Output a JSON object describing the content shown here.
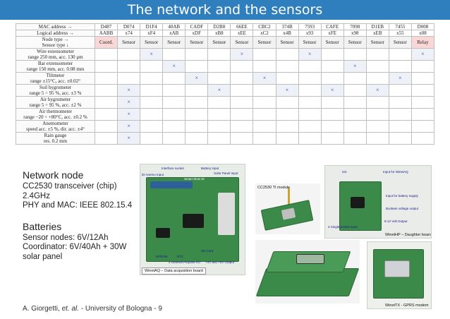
{
  "title": "The network and the sensors",
  "table": {
    "mac_label": "MAC address →",
    "logical_label": "Logical address →",
    "nodetype_label": "Node type →",
    "sensortype_label": "Sensor type ↓",
    "columns": [
      {
        "mac": "D487",
        "logical": "AABB",
        "type": "Coord."
      },
      {
        "mac": "D074",
        "logical": "x74",
        "type": "Sensor"
      },
      {
        "mac": "D1F4",
        "logical": "xF4",
        "type": "Sensor"
      },
      {
        "mac": "40AB",
        "logical": "xAB",
        "type": "Sensor"
      },
      {
        "mac": "CADF",
        "logical": "xDF",
        "type": "Sensor"
      },
      {
        "mac": "D2B8",
        "logical": "xB8",
        "type": "Sensor"
      },
      {
        "mac": "66EE",
        "logical": "xEE",
        "type": "Sensor"
      },
      {
        "mac": "CBC2",
        "logical": "xC2",
        "type": "Sensor"
      },
      {
        "mac": "374B",
        "logical": "x4B",
        "type": "Sensor"
      },
      {
        "mac": "7593",
        "logical": "x93",
        "type": "Sensor"
      },
      {
        "mac": "CAFE",
        "logical": "xFE",
        "type": "Sensor"
      },
      {
        "mac": "7098",
        "logical": "x98",
        "type": "Sensor"
      },
      {
        "mac": "D1EB",
        "logical": "xEB",
        "type": "Sensor"
      },
      {
        "mac": "7455",
        "logical": "x55",
        "type": "Sensor"
      },
      {
        "mac": "D008",
        "logical": "x08",
        "type": "Relay"
      }
    ],
    "mark": "×",
    "sensors": [
      {
        "line1": "Wire extensometer",
        "line2": "range 250 mm, acc. 130 μm",
        "marks": [
          2,
          6,
          9,
          14
        ]
      },
      {
        "line1": "Bar extensometer",
        "line2": "range 150 mm, acc. 0.08 mm",
        "marks": [
          3,
          11
        ]
      },
      {
        "line1": "Tiltmeter",
        "line2": "range ±15°C, acc. ±0.02°",
        "marks": [
          4,
          7,
          13
        ]
      },
      {
        "line1": "Soil hygrometer",
        "line2": "range 5 ÷ 95 %, acc. ±3 %",
        "marks": [
          1,
          5,
          8,
          10,
          12
        ]
      },
      {
        "line1": "Air hygrometer",
        "line2": "range 5 ÷ 95 %, acc. ±2 %",
        "marks": [
          1
        ]
      },
      {
        "line1": "Air thermometer",
        "line2": "range −20 ÷ +80°C, acc. ±0.2 %",
        "marks": [
          1
        ]
      },
      {
        "line1": "Anemometer",
        "line2": "speed acc. ±5 %, dir. acc. ±4°",
        "marks": [
          1
        ]
      },
      {
        "line1": "Rain gauge",
        "line2": "res. 0.2 mm",
        "marks": [
          1
        ]
      }
    ]
  },
  "notes": {
    "network_heading": "Network node",
    "network_lines": [
      "CC2530 transceiver (chip)",
      "2.4GHz",
      "PHY and MAC: IEEE 802.15.4"
    ],
    "battery_heading": "Batteries",
    "battery_lines": [
      "Sensor nodes: 6V/12Ah",
      "Coordinator: 6V/40Ah + 30W",
      "solar panel"
    ]
  },
  "photos": {
    "aq_caption": "WinetAQ – Data acquisition board",
    "ti_caption": "CC2530 TI module",
    "hp_caption": "WinetHP – Daughter board",
    "tx_caption": "WinetTX - GPRS modem",
    "aq_callouts": [
      "Interface socket",
      "Battery input",
      "Solar Panel Input",
      "Smart Slow ID",
      "ID Anemo Input",
      "SD Card",
      "EPROM",
      "RTC",
      "4 General Purpose I/O",
      "+3V and +5V Output"
    ],
    "hp_callouts": [
      "I2C",
      "Input for WinetAQ",
      "Input for battery supply",
      "Boolean voltage output",
      "8-12 Volt Output",
      "4 Single Ended Input"
    ]
  },
  "footer": {
    "author": "A. Giorgetti, ",
    "etal": "et. al.",
    "affil": " - University of Bologna - ",
    "page": "9"
  },
  "colors": {
    "title_bg": "#2f7fbf",
    "coord_bg": "#f9d7d7",
    "relay_bg": "#f9d7d7",
    "board_green": "#3c8a4a"
  }
}
